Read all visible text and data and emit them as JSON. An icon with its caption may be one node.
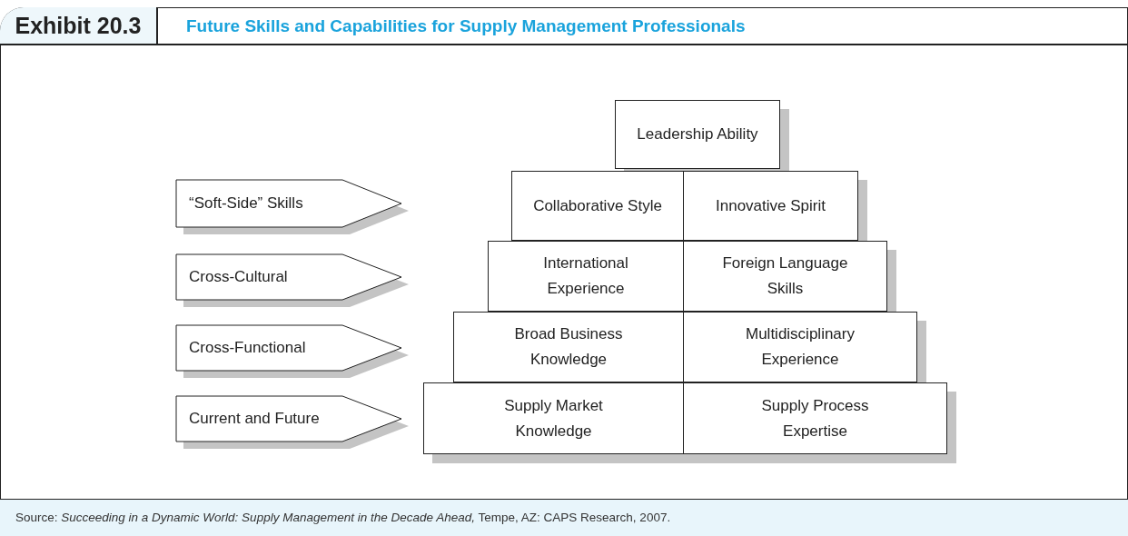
{
  "diagram": {
    "title": "Future Skills and Capabilities for Supply Management Professionals",
    "caption": "Source: *Succeeding in a Dynamic World: Supply Management in the Decade Ahead,* Tempe, AZ: CAPS Research, 2007.",
    "nodes": [
      {
        "text": [
          "Leadership Ability"
        ]
      },
      {
        "text": [
          "Collaborative Style"
        ]
      },
      {
        "text": [
          "Innovative Spirit"
        ]
      },
      {
        "text": [
          "International Experience"
        ]
      },
      {
        "text": [
          "Foreign Language Skills"
        ]
      },
      {
        "text": [
          "Broad Business Knowledge"
        ]
      },
      {
        "text": [
          "Multidisciplinary Experience"
        ]
      },
      {
        "text": [
          "Supply Market Knowledge"
        ]
      },
      {
        "text": [
          "Supply Process Expertise"
        ]
      },
      {
        "text": [
          "“Soft-Side” Skills"
        ]
      },
      {
        "text": [
          "Cross-Cultural"
        ]
      },
      {
        "text": [
          "Cross-Functional"
        ]
      },
      {
        "text": [
          "Current and Future"
        ]
      }
    ],
    "edges": [],
    "labels": [
      "Exhibit 20.3"
    ]
  }
}
